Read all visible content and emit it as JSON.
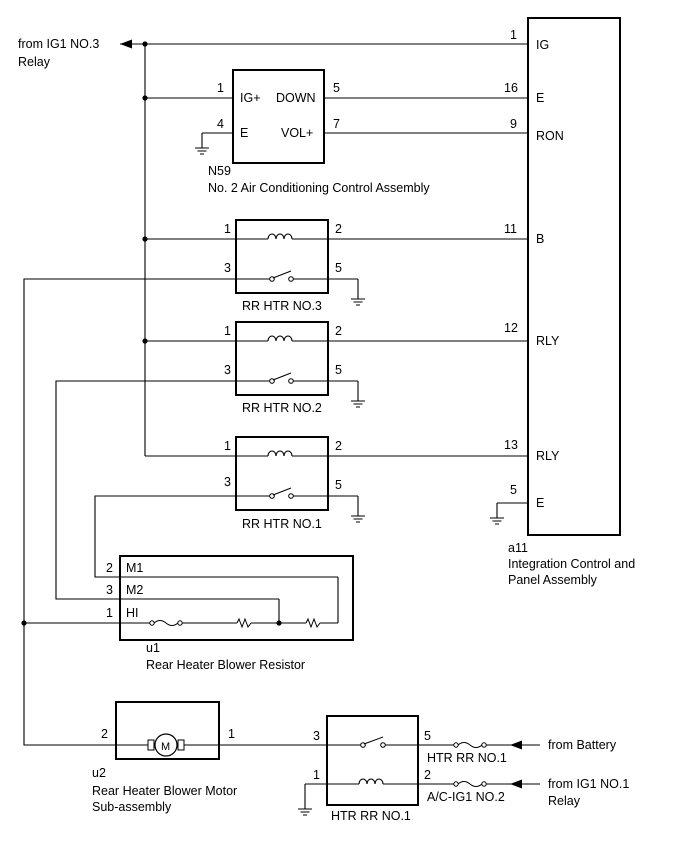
{
  "inputs": {
    "ig1_no3": [
      "from IG1 NO.3",
      "Relay"
    ],
    "battery": "from Battery",
    "ig1_no1": [
      "from IG1 NO.1",
      "Relay"
    ]
  },
  "n59": {
    "code": "N59",
    "name": "No. 2 Air Conditioning Control Assembly",
    "pins": {
      "p1": "1",
      "p4": "4",
      "p5": "5",
      "p7": "7"
    },
    "terms": {
      "ig": "IG+",
      "e": "E",
      "down": "DOWN",
      "vol": "VOL+"
    }
  },
  "a11": {
    "code": "a11",
    "name": [
      "Integration Control and",
      "Panel Assembly"
    ],
    "pins": {
      "p1": "1",
      "p16": "16",
      "p9": "9",
      "p11": "11",
      "p12": "12",
      "p13": "13",
      "p5": "5"
    },
    "terms": {
      "ig": "IG",
      "e1": "E",
      "ron": "RON",
      "b": "B",
      "rly1": "RLY",
      "rly2": "RLY",
      "e2": "E"
    }
  },
  "relays": {
    "no3": {
      "name": "RR HTR NO.3",
      "p1": "1",
      "p2": "2",
      "p3": "3",
      "p5": "5"
    },
    "no2": {
      "name": "RR HTR NO.2",
      "p1": "1",
      "p2": "2",
      "p3": "3",
      "p5": "5"
    },
    "no1": {
      "name": "RR HTR NO.1",
      "p1": "1",
      "p2": "2",
      "p3": "3",
      "p5": "5"
    }
  },
  "u1": {
    "code": "u1",
    "name": "Rear Heater Blower Resistor",
    "pins": {
      "p2": "2",
      "p3": "3",
      "p1": "1"
    },
    "terms": {
      "m1": "M1",
      "m2": "M2",
      "hi": "HI"
    }
  },
  "u2": {
    "code": "u2",
    "name": [
      "Rear Heater Blower Motor",
      "Sub-assembly"
    ],
    "pins": {
      "p2": "2",
      "p1": "1"
    },
    "motor": "M"
  },
  "htr_relay": {
    "name": "HTR RR NO.1",
    "pins": {
      "p3": "3",
      "p5": "5",
      "p1": "1",
      "p2": "2"
    },
    "fuse_top": "HTR RR NO.1",
    "fuse_bottom": "A/C-IG1 NO.2"
  },
  "icons": [
    "ground-icon",
    "arrow-icon",
    "coil-icon",
    "switch-icon",
    "fuse-icon",
    "resistor-icon",
    "motor-icon"
  ]
}
